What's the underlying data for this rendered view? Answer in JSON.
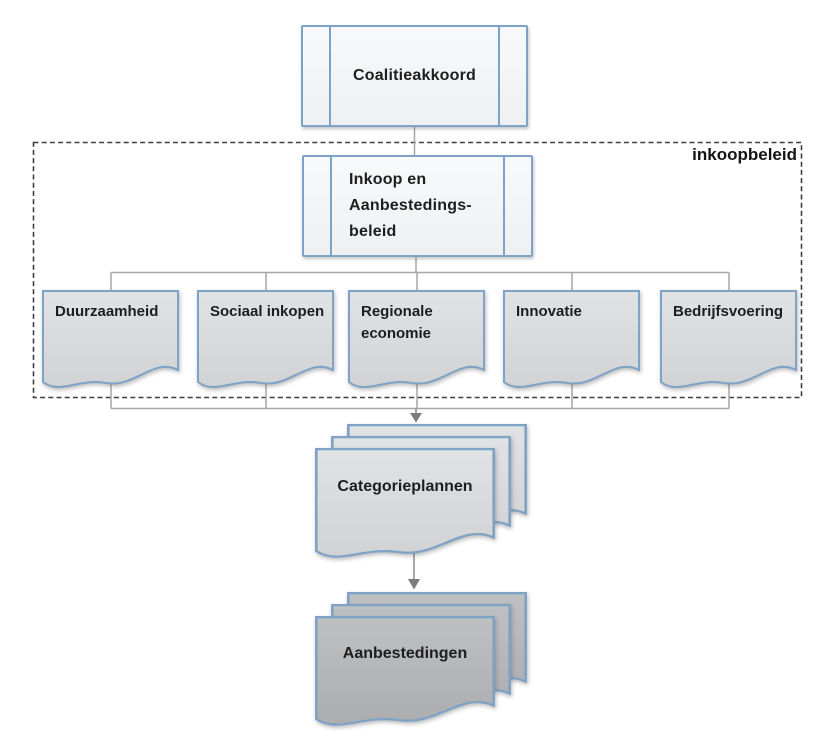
{
  "diagram": {
    "root_node": {
      "label": "Coalitieakkoord"
    },
    "policy_region": {
      "label": "inkoopbeleid",
      "main_node": {
        "lines": [
          "Inkoop en",
          "Aanbestedings-",
          "beleid"
        ]
      },
      "pillars": [
        {
          "label": "Duurzaamheid"
        },
        {
          "label": "Sociaal inkopen"
        },
        {
          "label": "Regionale economie"
        },
        {
          "label": "Innovatie"
        },
        {
          "label": "Bedrijfsvoering"
        }
      ]
    },
    "outputs": [
      {
        "label": "Categorieplannen"
      },
      {
        "label": "Aanbestedingen"
      }
    ]
  },
  "colors": {
    "shape_border_blue": "#7ea3c6",
    "document_fill_light": "#d7d8da",
    "document_fill_dark": "#b5b6b8",
    "process_box_fill": "#f2f3f5",
    "connector_gray": "#a6a6a6",
    "arrow_gray": "#7d7d7d",
    "dashed_border": "#3f3f3f",
    "text": "#1e1e1e"
  }
}
